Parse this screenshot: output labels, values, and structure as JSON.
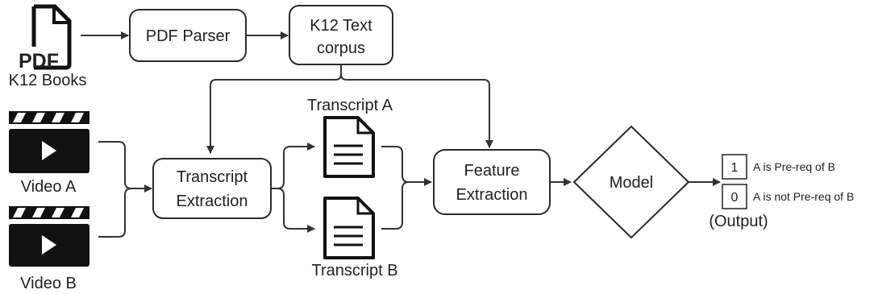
{
  "nodes": {
    "k12_books": "K12 Books",
    "pdf_parser": "PDF Parser",
    "corpus_line1": "K12 Text",
    "corpus_line2": "corpus",
    "video_a": "Video A",
    "video_b": "Video B",
    "extraction_line1": "Transcript",
    "extraction_line2": "Extraction",
    "transcript_a": "Transcript A",
    "transcript_b": "Transcript B",
    "feature_line1": "Feature",
    "feature_line2": "Extraction",
    "model": "Model"
  },
  "pdf_icon": {
    "icon": "pdf-file-icon",
    "text": "PDF"
  },
  "output": {
    "caption": "(Output)",
    "rows": [
      {
        "value": "1",
        "label": "A is Pre-req of B"
      },
      {
        "value": "0",
        "label": "A is not Pre-req of B"
      }
    ]
  },
  "icons": {
    "video": "clapperboard-icon",
    "document": "document-icon"
  }
}
